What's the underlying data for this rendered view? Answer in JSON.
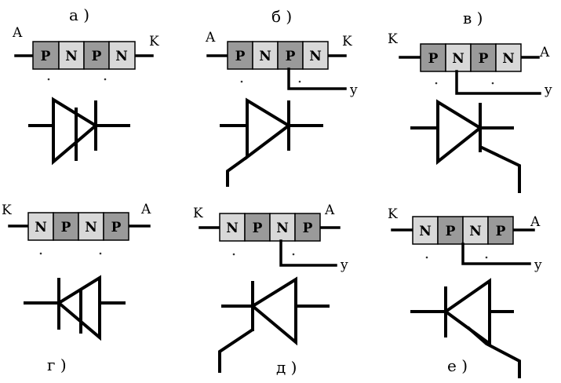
{
  "colors": {
    "p_cell": "#9a9a9a",
    "n_cell": "#d8d8d8",
    "line": "#000000"
  },
  "panels": [
    {
      "id": "a",
      "caption": "а )",
      "left": "A",
      "right": "K",
      "cells": [
        "P",
        "N",
        "P",
        "N"
      ],
      "gate": ""
    },
    {
      "id": "b",
      "caption": "б )",
      "left": "A",
      "right": "K",
      "cells": [
        "P",
        "N",
        "P",
        "N"
      ],
      "gate": "y"
    },
    {
      "id": "v",
      "caption": "в )",
      "left": "K",
      "right": "A",
      "cells": [
        "P",
        "N",
        "P",
        "N"
      ],
      "gate": "y"
    },
    {
      "id": "g",
      "caption": "г )",
      "left": "K",
      "right": "A",
      "cells": [
        "N",
        "P",
        "N",
        "P"
      ],
      "gate": ""
    },
    {
      "id": "d",
      "caption": "д )",
      "left": "K",
      "right": "A",
      "cells": [
        "N",
        "P",
        "N",
        "P"
      ],
      "gate": "y"
    },
    {
      "id": "e",
      "caption": "е )",
      "left": "K",
      "right": "A",
      "cells": [
        "N",
        "P",
        "N",
        "P"
      ],
      "gate": "y"
    }
  ]
}
